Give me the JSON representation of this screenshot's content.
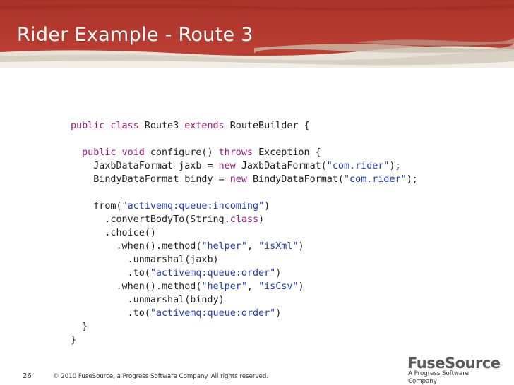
{
  "slide": {
    "title": "Rider Example - Route 3",
    "page_number": "26",
    "copyright": "© 2010 FuseSource, a Progress Software Company. All rights reserved.",
    "logo_text": "FuseSource",
    "logo_tagline": "A Progress Software Company"
  },
  "colors": {
    "header_red": "#b4382d",
    "keyword": "#9b1c85",
    "string": "#1f3cb8",
    "text": "#222222"
  },
  "code": [
    [
      {
        "t": "plain",
        "v": ""
      }
    ],
    [
      {
        "t": "kw",
        "v": "public class "
      },
      {
        "t": "plain",
        "v": "Route3 "
      },
      {
        "t": "kw",
        "v": "extends "
      },
      {
        "t": "plain",
        "v": "RouteBuilder {"
      }
    ],
    [
      {
        "t": "plain",
        "v": ""
      }
    ],
    [
      {
        "t": "plain",
        "v": "  "
      },
      {
        "t": "kw",
        "v": "public void "
      },
      {
        "t": "plain",
        "v": "configure() "
      },
      {
        "t": "kw",
        "v": "throws "
      },
      {
        "t": "plain",
        "v": "Exception {"
      }
    ],
    [
      {
        "t": "plain",
        "v": "    JaxbDataFormat jaxb = "
      },
      {
        "t": "kw",
        "v": "new "
      },
      {
        "t": "plain",
        "v": "JaxbDataFormat("
      },
      {
        "t": "str",
        "v": "\"com.rider\""
      },
      {
        "t": "plain",
        "v": ");"
      }
    ],
    [
      {
        "t": "plain",
        "v": "    BindyDataFormat bindy = "
      },
      {
        "t": "kw",
        "v": "new "
      },
      {
        "t": "plain",
        "v": "BindyDataFormat("
      },
      {
        "t": "str",
        "v": "\"com.rider\""
      },
      {
        "t": "plain",
        "v": ");"
      }
    ],
    [
      {
        "t": "plain",
        "v": ""
      }
    ],
    [
      {
        "t": "plain",
        "v": "    from("
      },
      {
        "t": "str",
        "v": "\"activemq:queue:incoming\""
      },
      {
        "t": "plain",
        "v": ")"
      }
    ],
    [
      {
        "t": "plain",
        "v": "      .convertBodyTo(String."
      },
      {
        "t": "kw",
        "v": "class"
      },
      {
        "t": "plain",
        "v": ")"
      }
    ],
    [
      {
        "t": "plain",
        "v": "      .choice()"
      }
    ],
    [
      {
        "t": "plain",
        "v": "        .when().method("
      },
      {
        "t": "str",
        "v": "\"helper\""
      },
      {
        "t": "plain",
        "v": ", "
      },
      {
        "t": "str",
        "v": "\"isXml\""
      },
      {
        "t": "plain",
        "v": ")"
      }
    ],
    [
      {
        "t": "plain",
        "v": "          .unmarshal(jaxb)"
      }
    ],
    [
      {
        "t": "plain",
        "v": "          .to("
      },
      {
        "t": "str",
        "v": "\"activemq:queue:order\""
      },
      {
        "t": "plain",
        "v": ")"
      }
    ],
    [
      {
        "t": "plain",
        "v": "        .when().method("
      },
      {
        "t": "str",
        "v": "\"helper\""
      },
      {
        "t": "plain",
        "v": ", "
      },
      {
        "t": "str",
        "v": "\"isCsv\""
      },
      {
        "t": "plain",
        "v": ")"
      }
    ],
    [
      {
        "t": "plain",
        "v": "          .unmarshal(bindy)"
      }
    ],
    [
      {
        "t": "plain",
        "v": "          .to("
      },
      {
        "t": "str",
        "v": "\"activemq:queue:order\""
      },
      {
        "t": "plain",
        "v": ")"
      }
    ],
    [
      {
        "t": "plain",
        "v": "  }"
      }
    ],
    [
      {
        "t": "plain",
        "v": "}"
      }
    ]
  ]
}
